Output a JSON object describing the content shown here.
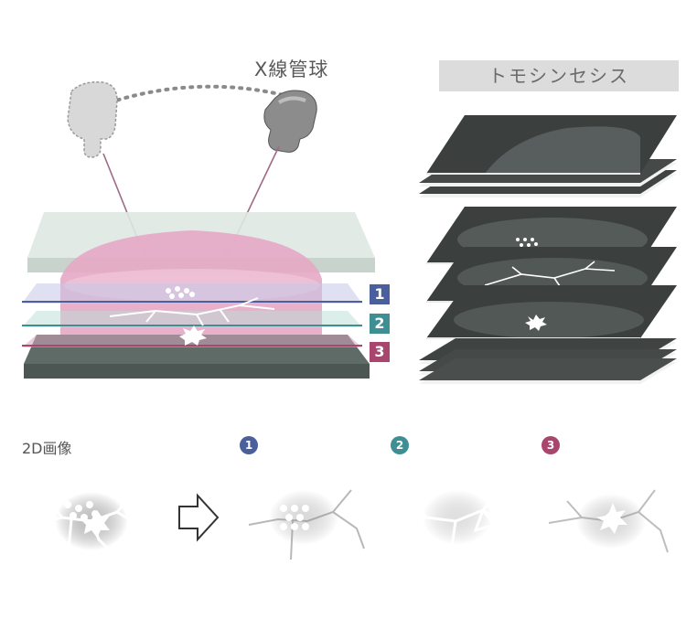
{
  "tube_label": "X線管球",
  "tomo_title": "トモシンセシス",
  "label_2d": "2D画像",
  "slices": [
    {
      "num": "1",
      "color": "#4a5f9c"
    },
    {
      "num": "2",
      "color": "#3e8f94"
    },
    {
      "num": "3",
      "color": "#a8466e"
    }
  ],
  "colors": {
    "slice1": "#4a5f9c",
    "slice2": "#3e8f94",
    "slice3": "#a8466e",
    "breast": "#e7a2c3",
    "detector": "#6f7c78",
    "panel_bg": "#6e6e6e"
  }
}
